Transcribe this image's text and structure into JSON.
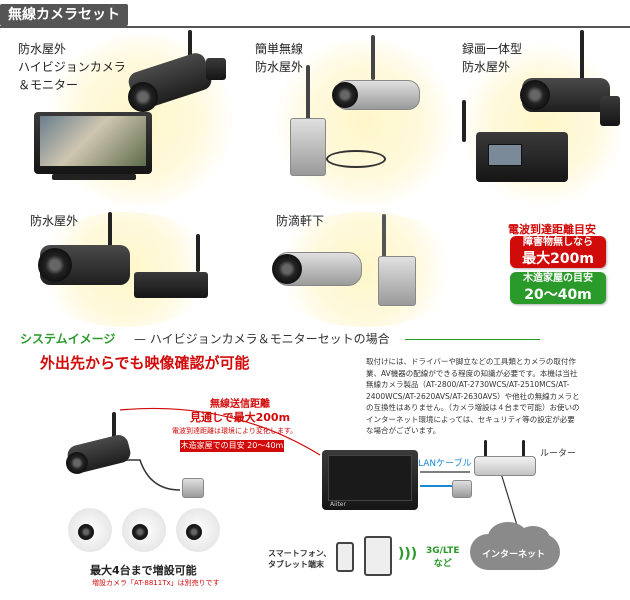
{
  "section_title": "無線カメラセット",
  "products": [
    {
      "label_lines": [
        "防水屋外",
        "ハイビジョンカメラ",
        "＆モニター"
      ]
    },
    {
      "label_lines": [
        "簡単無線",
        "防水屋外"
      ]
    },
    {
      "label_lines": [
        "録画一体型",
        "防水屋外"
      ]
    },
    {
      "label_lines": [
        "防水屋外"
      ]
    },
    {
      "label_lines": [
        "防滴軒下"
      ]
    }
  ],
  "range": {
    "title": "電波到達距離目安",
    "obstacle_small": "障害物無しなら",
    "obstacle_big": "最大200m",
    "wooden_small": "木造家屋の目安",
    "wooden_big": "20～40m",
    "colors": {
      "red": "#d10a0a",
      "green": "#2a9a2a"
    }
  },
  "system": {
    "title": "システムイメージ",
    "subtitle": "— ハイビジョンカメラ＆モニターセットの場合",
    "headline": "外出先からでも映像確認が可能"
  },
  "notes": "取付けには、ドライバーや脚立などの工具類とカメラの取付作業、AV機器の配線ができる程度の知識が必要です。本機は当社無線カメラ製品（AT-2800/AT-2730WCS/AT-2510MCS/AT-2400WCS/AT-2620AVS/AT-2630AVS）や他社の無線カメラとの互換性はありません。（カメラ増設は４台まで可能）お使いのインターネット環境によっては、セキュリティ等の設定が必要な場合がございます。",
  "diagram": {
    "callout_line1": "無線送信距離",
    "callout_line2": "見通しで最大200m",
    "callout_note": "電波到達距離は環境により変化します。",
    "callout_bar": "木造家屋での目安 20～40m",
    "lan_label": "LANケーブル",
    "router_label": "ルーター",
    "internet_label": "インターネット",
    "network_label_1": "3G/LTE",
    "network_label_2": "など",
    "phone_label_1": "スマートフォン、",
    "phone_label_2": "タブレット端末",
    "expand_label": "最大4台まで増設可能",
    "expand_note": "増設カメラ「AT-8811Tx」は別売りです",
    "monitor_brand": "Aiiter"
  }
}
